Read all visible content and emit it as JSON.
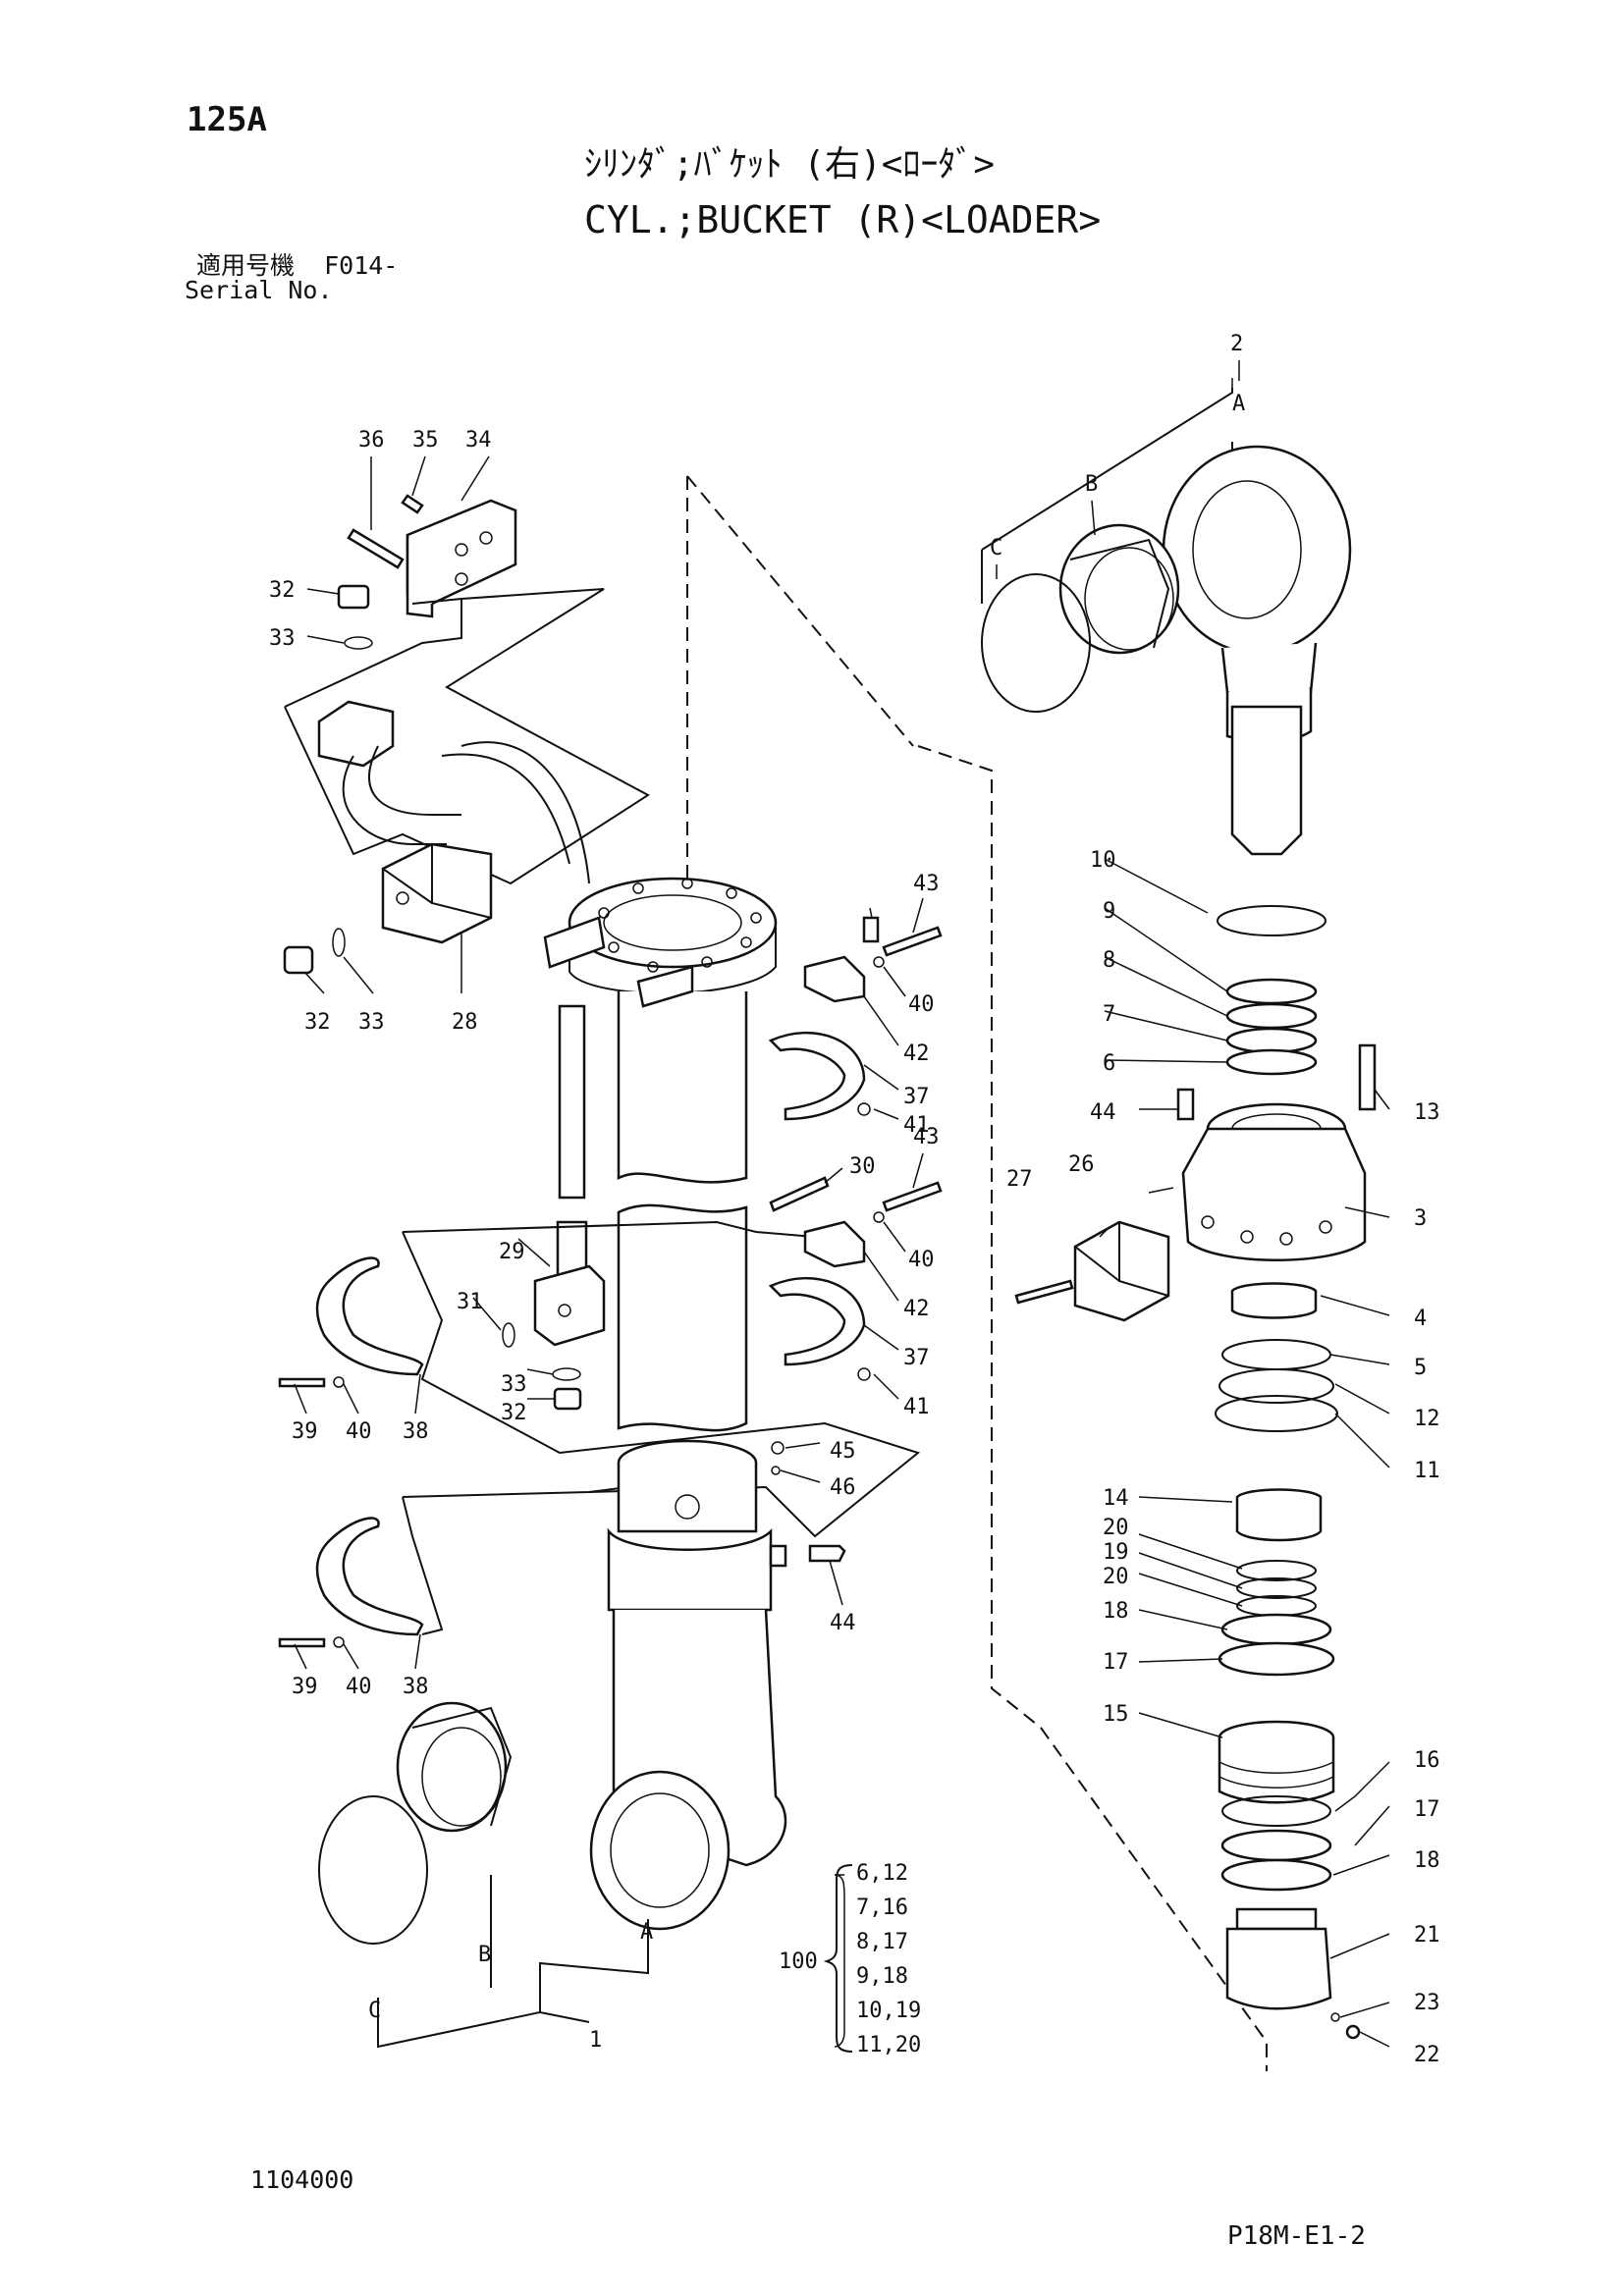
{
  "header": {
    "page_number": "125A",
    "title_jp": "ｼﾘﾝﾀﾞ;ﾊﾞｹｯﾄ (右)<ﾛｰﾀﾞ>",
    "title_en": "CYL.;BUCKET (R)<LOADER>",
    "serial_label_jp": "適用号機  F014-",
    "serial_label_en": "Serial No."
  },
  "footer": {
    "doc_code": "1104000",
    "sheet_code": "P18M-E1-2"
  },
  "callouts": {
    "n1": "1",
    "n2": "2",
    "n3": "3",
    "n4": "4",
    "n5": "5",
    "n6": "6",
    "n7": "7",
    "n8": "8",
    "n9": "9",
    "n10": "10",
    "n11": "11",
    "n12": "12",
    "n13": "13",
    "n14": "14",
    "n15": "15",
    "n16": "16",
    "n17": "17",
    "n18": "18",
    "n19": "19",
    "n20": "20",
    "n21": "21",
    "n22": "22",
    "n23": "23",
    "n26": "26",
    "n27": "27",
    "n28": "28",
    "n29": "29",
    "n30": "30",
    "n31": "31",
    "n32": "32",
    "n33": "33",
    "n34": "34",
    "n35": "35",
    "n36": "36",
    "n37": "37",
    "n38": "38",
    "n39": "39",
    "n40": "40",
    "n41": "41",
    "n42": "42",
    "n43": "43",
    "n44": "44",
    "n45": "45",
    "n46": "46",
    "A": "A",
    "B": "B",
    "C": "C"
  },
  "seal_kit": {
    "label": "100",
    "pairs": [
      "6,12",
      "7,16",
      "8,17",
      "9,18",
      "10,19",
      "11,20"
    ]
  }
}
